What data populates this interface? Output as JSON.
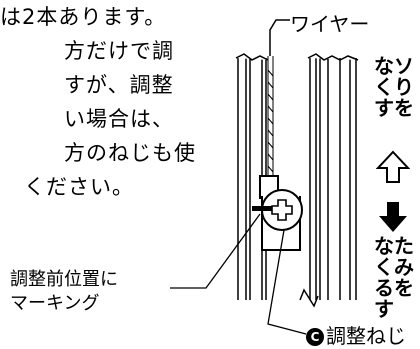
{
  "body_text": [
    "は2本あります。",
    "方だけで調",
    "すが、調整",
    "い場合は、",
    "方のねじも使",
    "ください。"
  ],
  "labels": {
    "wire": "ワイヤー",
    "adjust_screw_badge": "C",
    "adjust_screw": "調整ねじ",
    "marking_line1": "調整前位置に",
    "marking_line2": "マーキング"
  },
  "vertical": {
    "up_cols": [
      [
        "ソ",
        "を"
      ],
      [
        "な",
        "く",
        "す"
      ]
    ],
    "up_cols_full": [
      [
        "ソ",
        "り",
        "を",
        "。"
      ],
      [
        "な",
        "く",
        "す"
      ]
    ],
    "down_cols": [
      [
        "た",
        "み",
        "を"
      ],
      [
        "な",
        "く",
        "る",
        "す",
        "。"
      ]
    ]
  },
  "arrow_up": "⇧",
  "arrow_down": "⬇"
}
